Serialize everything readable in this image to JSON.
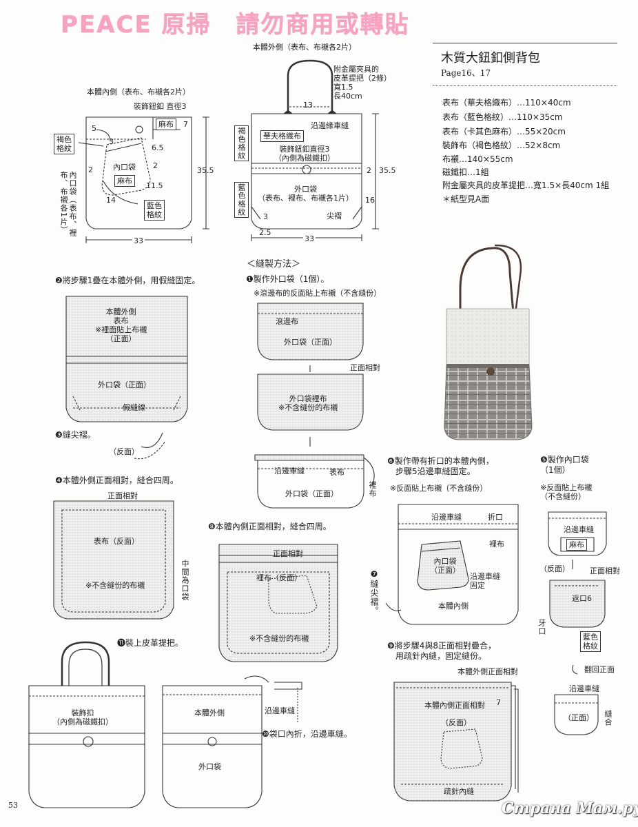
{
  "watermark": "PEACE 原掃　請勿商用或轉貼",
  "header": {
    "title": "木質大鈕釦側背包",
    "page_ref": "Page16、17"
  },
  "materials": [
    "表布（華夫格織布）…110×40cm",
    "表布（藍色格紋）…110×35cm",
    "表布（卡其色麻布）…55×20cm",
    "裝飾布（褐色格紋）…52×8cm",
    "布襯…140×55cm",
    "磁鐵扣…1組",
    "附金屬夾具的皮革提把…寬1.5×長40cm 1組",
    "＊紙型見A面"
  ],
  "top_left": {
    "heading": "本體內側（表布、布襯各2片）",
    "button_note": "裝飾鈕釦 直徑3",
    "linen_box": "麻布",
    "brown_box": "褐色\n格紋",
    "blue_box": "藍色\n格紋",
    "linen_small": "麻布",
    "inner_pocket": "內口袋",
    "side_note": "內口袋（表布、裡布、布襯各1片）",
    "dims": {
      "d5": "5",
      "d3": "3",
      "d7": "7",
      "d65": "6.5",
      "d2a": "2",
      "d2b": "2",
      "d115": "11.5",
      "d14": "14",
      "h": "35.5",
      "w": "33"
    }
  },
  "top_right": {
    "heading": "本體外側（表布、布襯各2片）",
    "handle_note": "附金屬夾具的\n皮革提把（2條）\n寬1.5\n長40cm",
    "d13": "13",
    "edge_stitch": "沿邊緣車縫",
    "waffle_box": "華夫格織布",
    "button_note": "裝飾鈕釦直徑3\n（內側為磁鐵扣）",
    "brown_side": "褐色格紋",
    "blue_side": "藍色格紋",
    "outer_pocket": "外口袋\n（表布、裡布、布襯各1片）",
    "dart": "尖褶",
    "dims": {
      "d2": "2",
      "h": "35.5",
      "d16": "16",
      "d3": "3",
      "d25": "2.5",
      "w": "33"
    }
  },
  "method_title": "＜縫製方法＞",
  "steps": {
    "s1": "❶製作外口袋（1個）。",
    "s1_note": "※滾邊布的反面貼上布襯（不含縫份）",
    "s1_bind": "滾邊布",
    "s1_pocket": "外口袋（正面）",
    "s1_rs": "正面相對",
    "s1_lining": "外口袋裡布\n※不含縫份的布襯",
    "s1_edge": "沿邊車縫",
    "s1_face": "表布",
    "s1_pocket2": "外口袋（正面）",
    "s1_lining2": "裡布",
    "s2": "❷將步驟1疊在本體外側，用假縫固定。",
    "s2_body": "本體外側\n表布\n※裡面貼上布襯\n（正面）",
    "s2_pocket": "外口袋（正面）",
    "s2_baste": "假縫線",
    "s3": "❸縫尖褶。",
    "s3_back": "（反面）",
    "s4": "❹本體外側正面相對，縫合四周。",
    "s4_rs": "正面相對",
    "s4_face": "表布（反面）",
    "s4_note": "※不含縫份的布襯",
    "s4_mid": "中間為口袋",
    "s5": "❺製作內口袋\n（1個）",
    "s5_note": "※反面貼上布襯\n（不含縫份）",
    "s5_edge": "沿邊車縫",
    "s5_linen": "麻布",
    "s5_back": "（反面）",
    "s5_rs": "正面相對",
    "s5_gap": "返口6",
    "s5_opening": "牙口",
    "s5_blue": "藍色\n格紋",
    "s5_turn": "翻回正面",
    "s5_edge2": "沿邊車縫",
    "s5_front": "（正面）",
    "s5_sew": "縫合",
    "s6": "❻製作帶有折口的本體內側，\n　步驟5沿邊車縫固定。",
    "s6_note": "※反面貼上布襯（不含縫份）",
    "s6_edge": "沿邊車縫",
    "s6_fold": "折口",
    "s6_lining": "裡布",
    "s6_pocket": "內口袋\n（正面）",
    "s6_fix": "沿邊車縫\n固定",
    "s6_body": "本體內側",
    "s7": "❼縫尖褶。",
    "s8": "❽本體內側正面相對，縫合四周。",
    "s8_rs": "正面相對",
    "s8_lining": "裡布（反面）",
    "s8_note": "※不含縫份的布襯",
    "s9": "❾將步驟4與8正面相對疊合，\n　用疏針內縫，固定縫份。",
    "s9_outer": "本體外側正面相對",
    "s9_inner": "本體內側正面相對",
    "s9_back": "（反面）",
    "s9_baste": "疏針內縫",
    "s9_d7": "7",
    "s10": "❿袋口內折，沿邊車縫。",
    "s10_body": "本體外側",
    "s10_pocket": "外口袋",
    "s10_edge": "沿邊車縫",
    "s11": "⓫裝上皮革提把。",
    "s11_button": "裝飾扣\n（內側為磁鐵扣）"
  },
  "page_number": "53",
  "site_watermark": "Страна Мам.ру",
  "colors": {
    "ink": "#333333",
    "pink": "#f6a3c2",
    "bag_light": "#ecece6",
    "bag_plaid": "#8e8a88",
    "leather": "#4a3a32"
  }
}
